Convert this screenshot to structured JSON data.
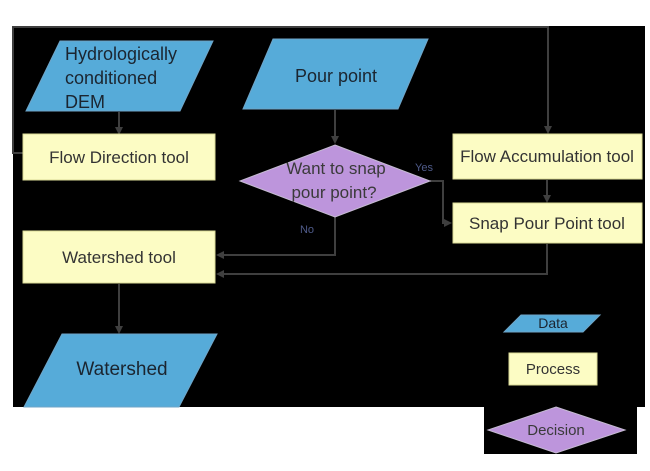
{
  "diagram": {
    "nodes": {
      "dem": {
        "type": "data",
        "label": "Hydrologically conditioned DEM",
        "lines": [
          "Hydrologically",
          "conditioned",
          "DEM"
        ]
      },
      "pour_point": {
        "type": "data",
        "label": "Pour point"
      },
      "flow_direction": {
        "type": "process",
        "label": "Flow Direction tool"
      },
      "flow_accumulation": {
        "type": "process",
        "label": "Flow Accumulation tool"
      },
      "snap_decision": {
        "type": "decision",
        "label": "Want to snap pour point?",
        "lines": [
          "Want to snap",
          "pour point?"
        ]
      },
      "snap_pour_point": {
        "type": "process",
        "label": "Snap Pour Point tool"
      },
      "watershed_tool": {
        "type": "process",
        "label": "Watershed tool"
      },
      "watershed": {
        "type": "data",
        "label": "Watershed"
      }
    },
    "edge_labels": {
      "yes": "Yes",
      "no": "No"
    },
    "legend": {
      "data": "Data",
      "process": "Process",
      "decision": "Decision"
    },
    "palette": {
      "page_background": "#FFFFFF",
      "canvas_background": "#000000",
      "data_fill": "#56ABD9",
      "process_fill": "#FCFCC4",
      "decision_fill": "#BD95DC",
      "connector": "#3F3F3F"
    }
  }
}
